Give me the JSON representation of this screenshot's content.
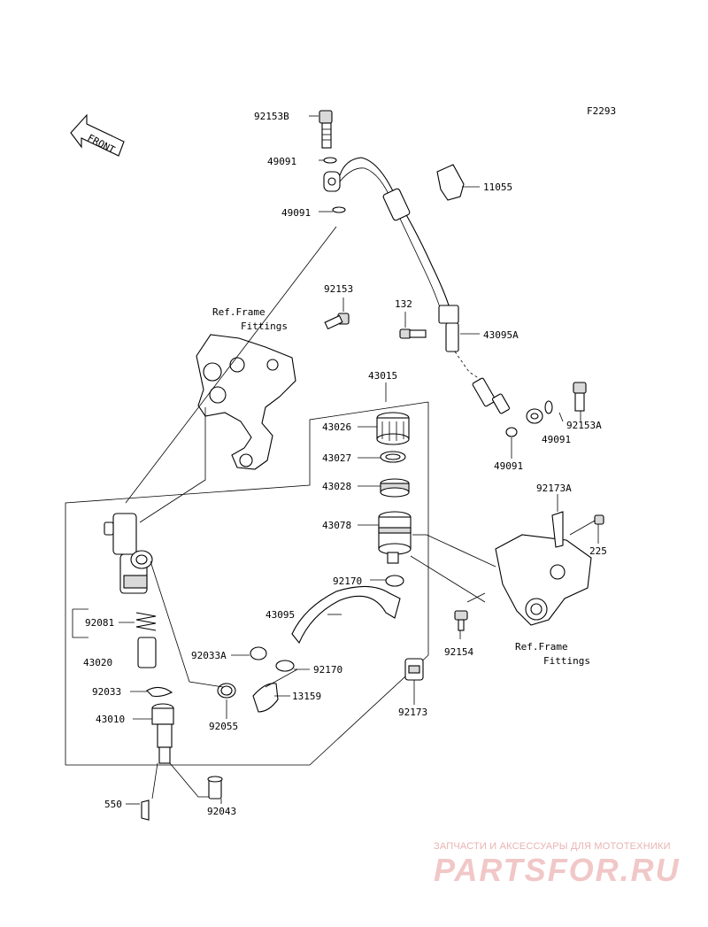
{
  "figure_code": "F2293",
  "front_label": "FRONT",
  "ref_labels": {
    "frame_fittings_top_line1": "Ref.Frame",
    "frame_fittings_top_line2": "Fittings",
    "frame_fittings_right_line1": "Ref.Frame",
    "frame_fittings_right_line2": "Fittings"
  },
  "parts": {
    "p92153B": "92153B",
    "p49091_a": "49091",
    "p49091_b": "49091",
    "p11055": "11055",
    "p92153": "92153",
    "p132": "132",
    "p43095A": "43095A",
    "p43015": "43015",
    "p43026": "43026",
    "p43027": "43027",
    "p43028": "43028",
    "p43078": "43078",
    "p92153A": "92153A",
    "p49091_c": "49091",
    "p49091_d": "49091",
    "p92173A": "92173A",
    "p225": "225",
    "p92170_a": "92170",
    "p43095": "43095",
    "p92154": "92154",
    "p92081": "92081",
    "p43020": "43020",
    "p92033A": "92033A",
    "p92170_b": "92170",
    "p92033": "92033",
    "p13159": "13159",
    "p43010": "43010",
    "p92055": "92055",
    "p92173": "92173",
    "p550": "550",
    "p92043": "92043"
  },
  "watermark": {
    "top_text": "ЗАПЧАСТИ И АКСЕССУАРЫ ДЛЯ МОТОТЕХНИКИ",
    "logo_text": "PARTSFOR.RU"
  }
}
